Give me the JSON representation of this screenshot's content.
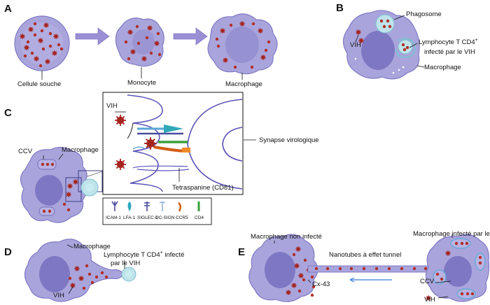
{
  "panels": [
    "A",
    "B",
    "C",
    "D",
    "E"
  ],
  "panel_a": {
    "cell1": "Cellule souche",
    "cell2": "Monocyte",
    "cell3": "Macrophage"
  },
  "panel_b": {
    "phagosome": "Phagosome",
    "vih": "VIH",
    "lymphocyte": "Lymphocyte T CD4",
    "superscript": "+",
    "lymphocyte_line2": "infecté par le VIH",
    "macrophage": "Macrophage"
  },
  "panel_c": {
    "vih": "VIH",
    "ccv": "CCV",
    "macrophage": "Macrophage",
    "synapse": "Synapse virologique",
    "tetraspanine": "Tetraspanine (CD81)",
    "legend": [
      "ICAM-1",
      "LFA-1",
      "SIGLEC-1",
      "DC-SIGN",
      "CCR5",
      "CD4"
    ]
  },
  "panel_d": {
    "macrophage": "Macrophage",
    "lymphocyte": "Lymphocyte T CD4",
    "superscript": "+",
    "lymphocyte_suffix": " infecté",
    "lymphocyte_line2": "par le VIH",
    "vih": "VIH"
  },
  "panel_e": {
    "macrophage_non": "Macrophage non infecté",
    "nanotubes": "Nanotubes à effet tunnel",
    "macrophage_inf": "Macrophage infecté par le VIH",
    "cx43": "Cx-43",
    "ccv": "CCV",
    "vih": "VIH"
  },
  "colors": {
    "cell_fill": "#a9a5dc",
    "cell_stroke": "#7f79c2",
    "nucleus": "#7e78c4",
    "virus": "#a5241f",
    "vesicle": "#bfe3ea",
    "arrow": "#9a8fd4",
    "blue_arrow": "#3b7fd6"
  }
}
